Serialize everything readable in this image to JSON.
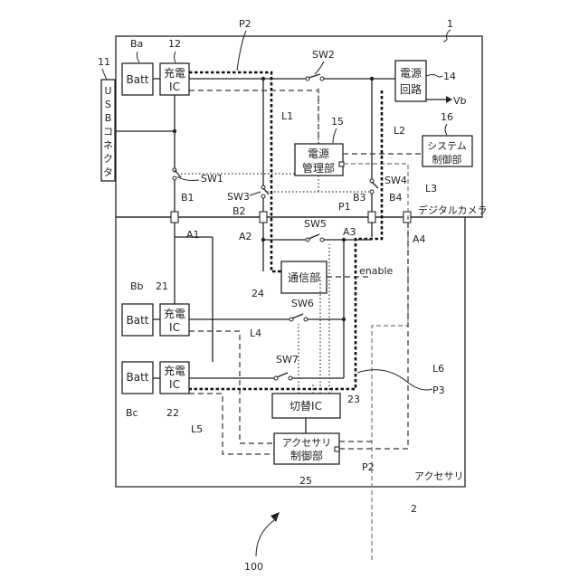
{
  "figure": {
    "system_ref": "100",
    "camera": {
      "ref": "1",
      "label": "デジタルカメラ"
    },
    "accessory": {
      "ref": "2",
      "label": "アクセサリ"
    }
  },
  "blocks": {
    "usb": {
      "ref": "11",
      "text": [
        "U",
        "S",
        "B",
        "コ",
        "ネ",
        "ク",
        "タ"
      ]
    },
    "batt_a": {
      "ref": "Ba",
      "line1": "Batt"
    },
    "charge_ic_12": {
      "ref": "12",
      "line1": "充電",
      "line2": "IC"
    },
    "power_circuit": {
      "ref": "14",
      "line1": "電源",
      "line2": "回路",
      "output": "Vb"
    },
    "power_mgmt": {
      "ref": "15",
      "line1": "電源",
      "line2": "管理部"
    },
    "system_ctrl": {
      "ref": "16",
      "line1": "システム",
      "line2": "制御部"
    },
    "batt_b": {
      "ref": "Bb",
      "line1": "Batt"
    },
    "charge_ic_21": {
      "ref": "21",
      "line1": "充電",
      "line2": "IC"
    },
    "batt_c": {
      "ref": "Bc",
      "line1": "Batt"
    },
    "charge_ic_22": {
      "ref": "22",
      "line1": "充電",
      "line2": "IC"
    },
    "switch_ic": {
      "ref": "23",
      "line1": "切替IC"
    },
    "comm": {
      "ref": "24",
      "line1": "通信部"
    },
    "acc_ctrl": {
      "ref": "25",
      "line1": "アクセサリ",
      "line2": "制御部"
    }
  },
  "switches": [
    "SW1",
    "SW2",
    "SW3",
    "SW4",
    "SW5",
    "SW6",
    "SW7"
  ],
  "terminals": {
    "camera": [
      "B1",
      "B2",
      "B3",
      "B4"
    ],
    "accessory": [
      "A1",
      "A2",
      "A3",
      "A4"
    ]
  },
  "lines": {
    "L1": "L1",
    "L2": "L2",
    "L3": "L3",
    "L4": "L4",
    "L5": "L5",
    "L6": "L6"
  },
  "paths": {
    "P1": "P1",
    "P2_top": "P2",
    "P2_bottom": "P2",
    "P3": "P3"
  },
  "signals": {
    "enable": "enable"
  }
}
